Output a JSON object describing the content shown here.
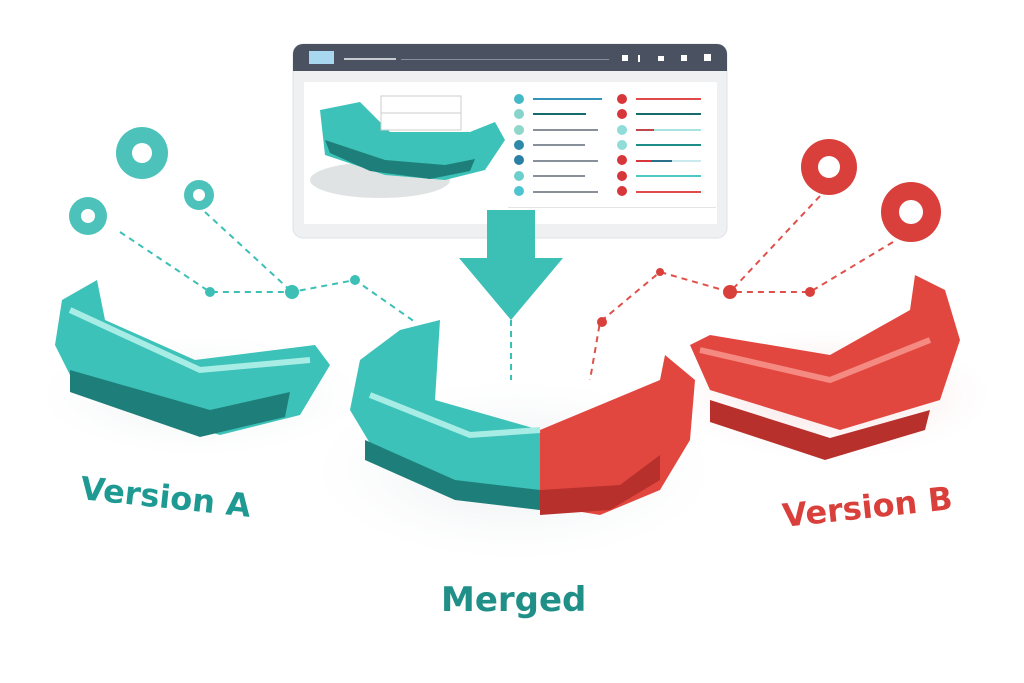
{
  "labels": {
    "version_a": "Version A",
    "merged": "Merged",
    "version_b": "Version B"
  },
  "colors": {
    "teal": "#3cc2b8",
    "teal_dark": "#1e7f7a",
    "red": "#e2473f",
    "red_dark": "#b8302b",
    "titlebar": "#4a5262"
  }
}
